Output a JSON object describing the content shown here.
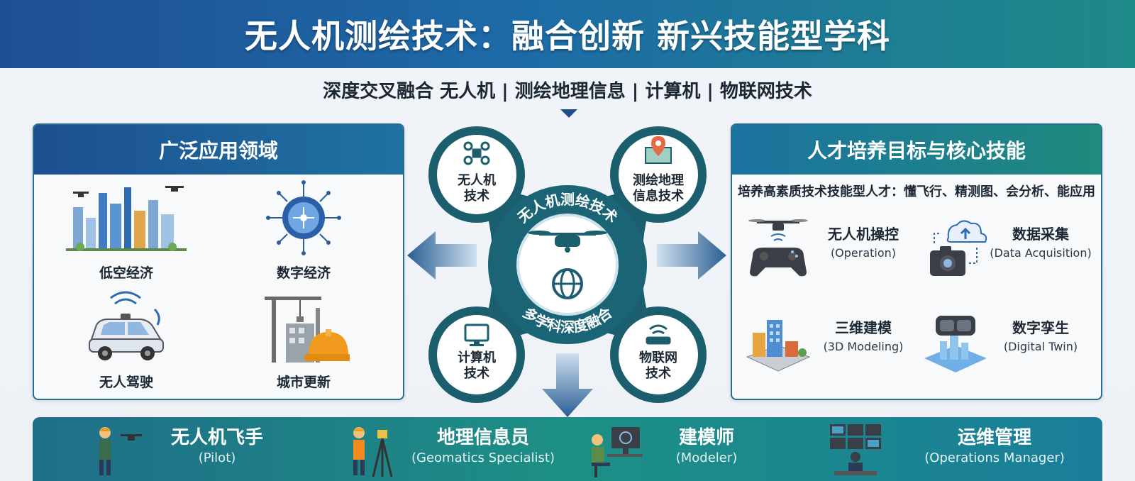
{
  "header": {
    "title": "无人机测绘技术：融合创新 新兴技能型学科"
  },
  "subtitle": "深度交叉融合 无人机 | 测绘地理信息 | 计算机 | 物联网技术",
  "left_panel": {
    "title": "广泛应用领域",
    "items": [
      {
        "label": "低空经济",
        "icon": "city-drone-icon"
      },
      {
        "label": "数字经济",
        "icon": "circuit-network-icon"
      },
      {
        "label": "无人驾驶",
        "icon": "autonomous-car-icon"
      },
      {
        "label": "城市更新",
        "icon": "construction-crane-icon"
      }
    ]
  },
  "hub": {
    "ring_top": "无人机测绘技术",
    "ring_bottom": "多学科深度融合",
    "nodes": [
      {
        "label": "无人机\n技术",
        "line1": "无人机",
        "line2": "技术",
        "icon": "drone-icon"
      },
      {
        "label": "测绘地理信息技术",
        "line1": "测绘地理",
        "line2": "信息技术",
        "icon": "map-pin-icon"
      },
      {
        "label": "计算机技术",
        "line1": "计算机",
        "line2": "技术",
        "icon": "monitor-icon"
      },
      {
        "label": "物联网技术",
        "line1": "物联网",
        "line2": "技术",
        "icon": "router-icon"
      }
    ]
  },
  "right_panel": {
    "title": "人才培养目标与核心技能",
    "goal": "培养高素质技术技能型人才：懂飞行、精测图、会分析、能应用",
    "skills": [
      {
        "cn": "无人机操控",
        "en": "(Operation)",
        "icon": "drone-controller-icon"
      },
      {
        "cn": "数据采集",
        "en": "(Data Acquisition)",
        "icon": "camera-cloud-icon"
      },
      {
        "cn": "三维建模",
        "en": "(3D Modeling)",
        "icon": "3d-buildings-icon"
      },
      {
        "cn": "数字孪生",
        "en": "(Digital Twin)",
        "icon": "vr-headset-icon"
      }
    ]
  },
  "footer": {
    "roles": [
      {
        "cn": "无人机飞手",
        "en": "(Pilot)",
        "icon": "pilot-icon"
      },
      {
        "cn": "地理信息员",
        "en": "(Geomatics Specialist)",
        "icon": "surveyor-icon"
      },
      {
        "cn": "建模师",
        "en": "(Modeler)",
        "icon": "modeler-icon"
      },
      {
        "cn": "运维管理",
        "en": "(Operations Manager)",
        "icon": "control-room-icon"
      }
    ]
  },
  "colors": {
    "primary_blue": "#1f4f93",
    "teal": "#1e8a87",
    "dark_teal": "#1b5e6e",
    "text": "#1c2734"
  }
}
